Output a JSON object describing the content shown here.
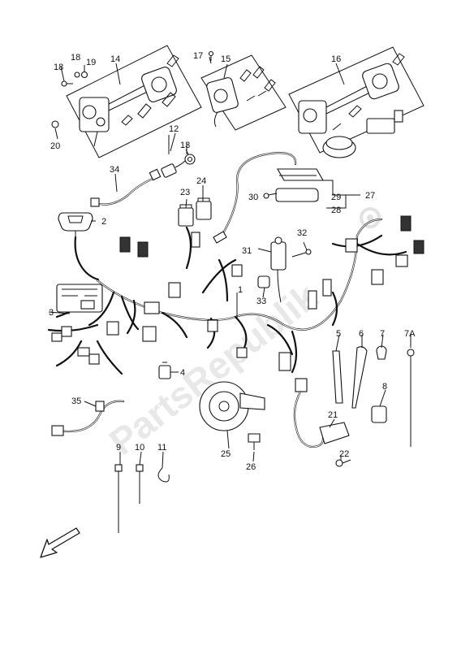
{
  "watermark": "PartsRepublik",
  "callouts": {
    "c1": "1",
    "c2": "2",
    "c3": "3",
    "c4": "4",
    "c5": "5",
    "c6": "6",
    "c7": "7",
    "c7a": "7A",
    "c8": "8",
    "c9": "9",
    "c10": "10",
    "c11": "11",
    "c12": "12",
    "c13": "13",
    "c14": "14",
    "c15": "15",
    "c16": "16",
    "c17": "17",
    "c18a": "18",
    "c18b": "18",
    "c19": "19",
    "c20": "20",
    "c21": "21",
    "c22": "22",
    "c23": "23",
    "c24": "24",
    "c25": "25",
    "c26": "26",
    "c27": "27",
    "c28": "28",
    "c29": "29",
    "c30": "30",
    "c31": "31",
    "c32": "32",
    "c33": "33",
    "c34": "34",
    "c35": "35"
  },
  "icons": {
    "front_arrow": "arrow-down-left-icon",
    "gear": "gear-icon"
  }
}
